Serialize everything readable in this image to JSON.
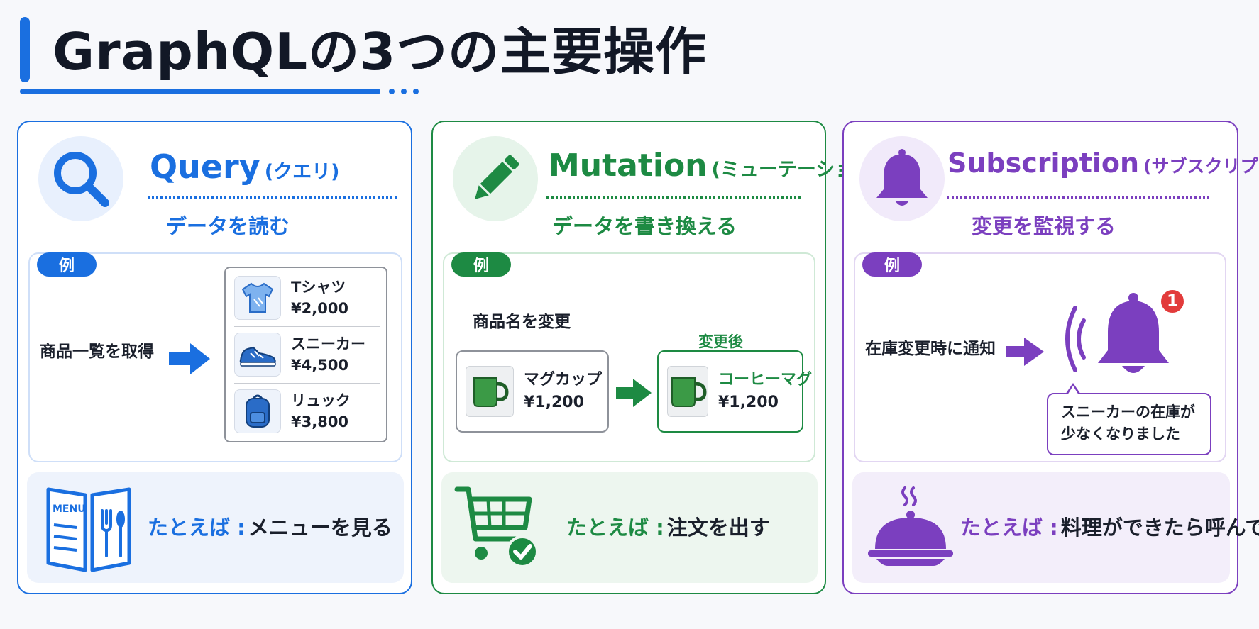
{
  "page": {
    "title": "GraphQLの3つの主要操作"
  },
  "colors": {
    "query": "#1a6fe0",
    "mutation": "#1d8a43",
    "subscription": "#7b3fbf",
    "alert_badge": "#e23b3b"
  },
  "query": {
    "icon": "search-icon",
    "title": "Query",
    "title_sub": "(クエリ)",
    "description": "データを読む",
    "example_badge": "例",
    "example_label": "商品一覧を取得",
    "products": [
      {
        "icon": "tshirt-icon",
        "name": "Tシャツ",
        "price": "¥2,000"
      },
      {
        "icon": "sneaker-icon",
        "name": "スニーカー",
        "price": "¥4,500"
      },
      {
        "icon": "backpack-icon",
        "name": "リュック",
        "price": "¥3,800"
      }
    ],
    "analogy_icon": "menu-icon",
    "menu_word": "MENU",
    "analogy_lead": "たとえば :",
    "analogy_text": "メニューを見る"
  },
  "mutation": {
    "icon": "pencil-icon",
    "title": "Mutation",
    "title_sub": "(ミューテーション)",
    "description": "データを書き換える",
    "example_badge": "例",
    "example_label": "商品名を変更",
    "after_label": "変更後",
    "before": {
      "icon": "mug-icon",
      "name": "マグカップ",
      "price": "¥1,200"
    },
    "after": {
      "icon": "mug-icon",
      "name": "コーヒーマグ",
      "price": "¥1,200"
    },
    "analogy_icon": "cart-check-icon",
    "analogy_lead": "たとえば :",
    "analogy_text": "注文を出す"
  },
  "subscription": {
    "icon": "bell-icon",
    "title": "Subscription",
    "title_sub": "(サブスクリプション)",
    "description": "変更を監視する",
    "example_badge": "例",
    "example_label": "在庫変更時に通知",
    "notification_count": "1",
    "notification_line1": "スニーカーの在庫が",
    "notification_line2": "少なくなりました",
    "analogy_icon": "cloche-icon",
    "analogy_lead": "たとえば :",
    "analogy_text": "料理ができたら呼んで"
  }
}
